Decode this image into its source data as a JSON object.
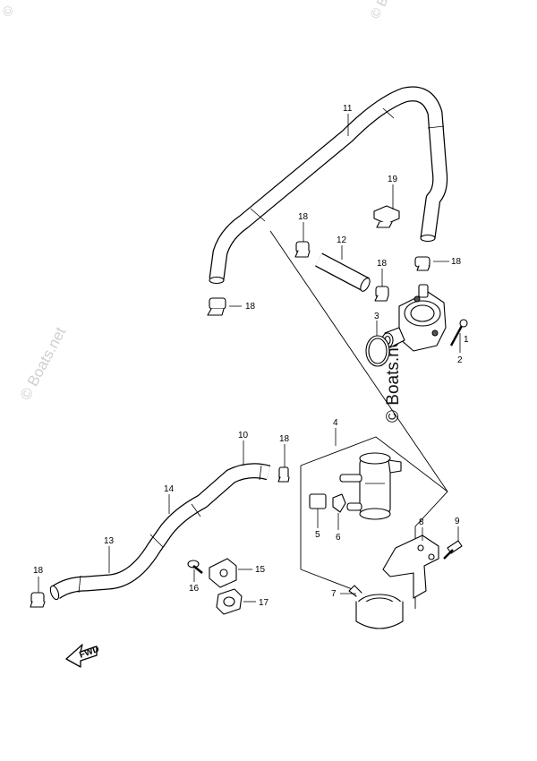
{
  "watermark": {
    "text": "© Boats.net",
    "copyright": "©"
  },
  "callouts": {
    "c1": "1",
    "c2": "2",
    "c3": "3",
    "c4": "4",
    "c5": "5",
    "c6": "6",
    "c7": "7",
    "c8": "8",
    "c9": "9",
    "c10": "10",
    "c11": "11",
    "c12": "12",
    "c13": "13",
    "c14": "14",
    "c15": "15",
    "c16": "16",
    "c17": "17",
    "c18": "18",
    "c19": "19"
  },
  "fwd_label": "FWD"
}
